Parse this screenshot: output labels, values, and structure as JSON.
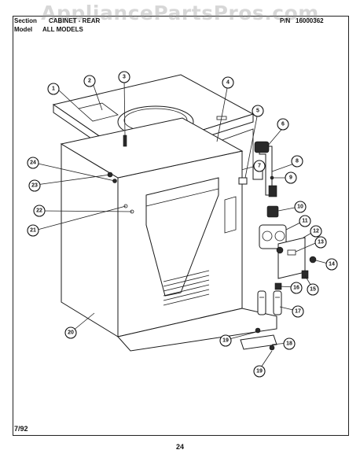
{
  "header": {
    "section_label": "Section",
    "section_value": "CABINET - REAR",
    "model_label": "Model",
    "model_value": "ALL MODELS",
    "part_label": "P/N",
    "part_number": "16000362"
  },
  "watermark": "AppliancePartsPros.com",
  "footer": {
    "date": "7/92",
    "page_number": "24"
  },
  "callouts": [
    "1",
    "2",
    "3",
    "4",
    "5",
    "6",
    "7",
    "8",
    "9",
    "10",
    "11",
    "12",
    "13",
    "14",
    "15",
    "16",
    "17",
    "18",
    "19",
    "19",
    "20",
    "21",
    "22",
    "23",
    "24"
  ]
}
